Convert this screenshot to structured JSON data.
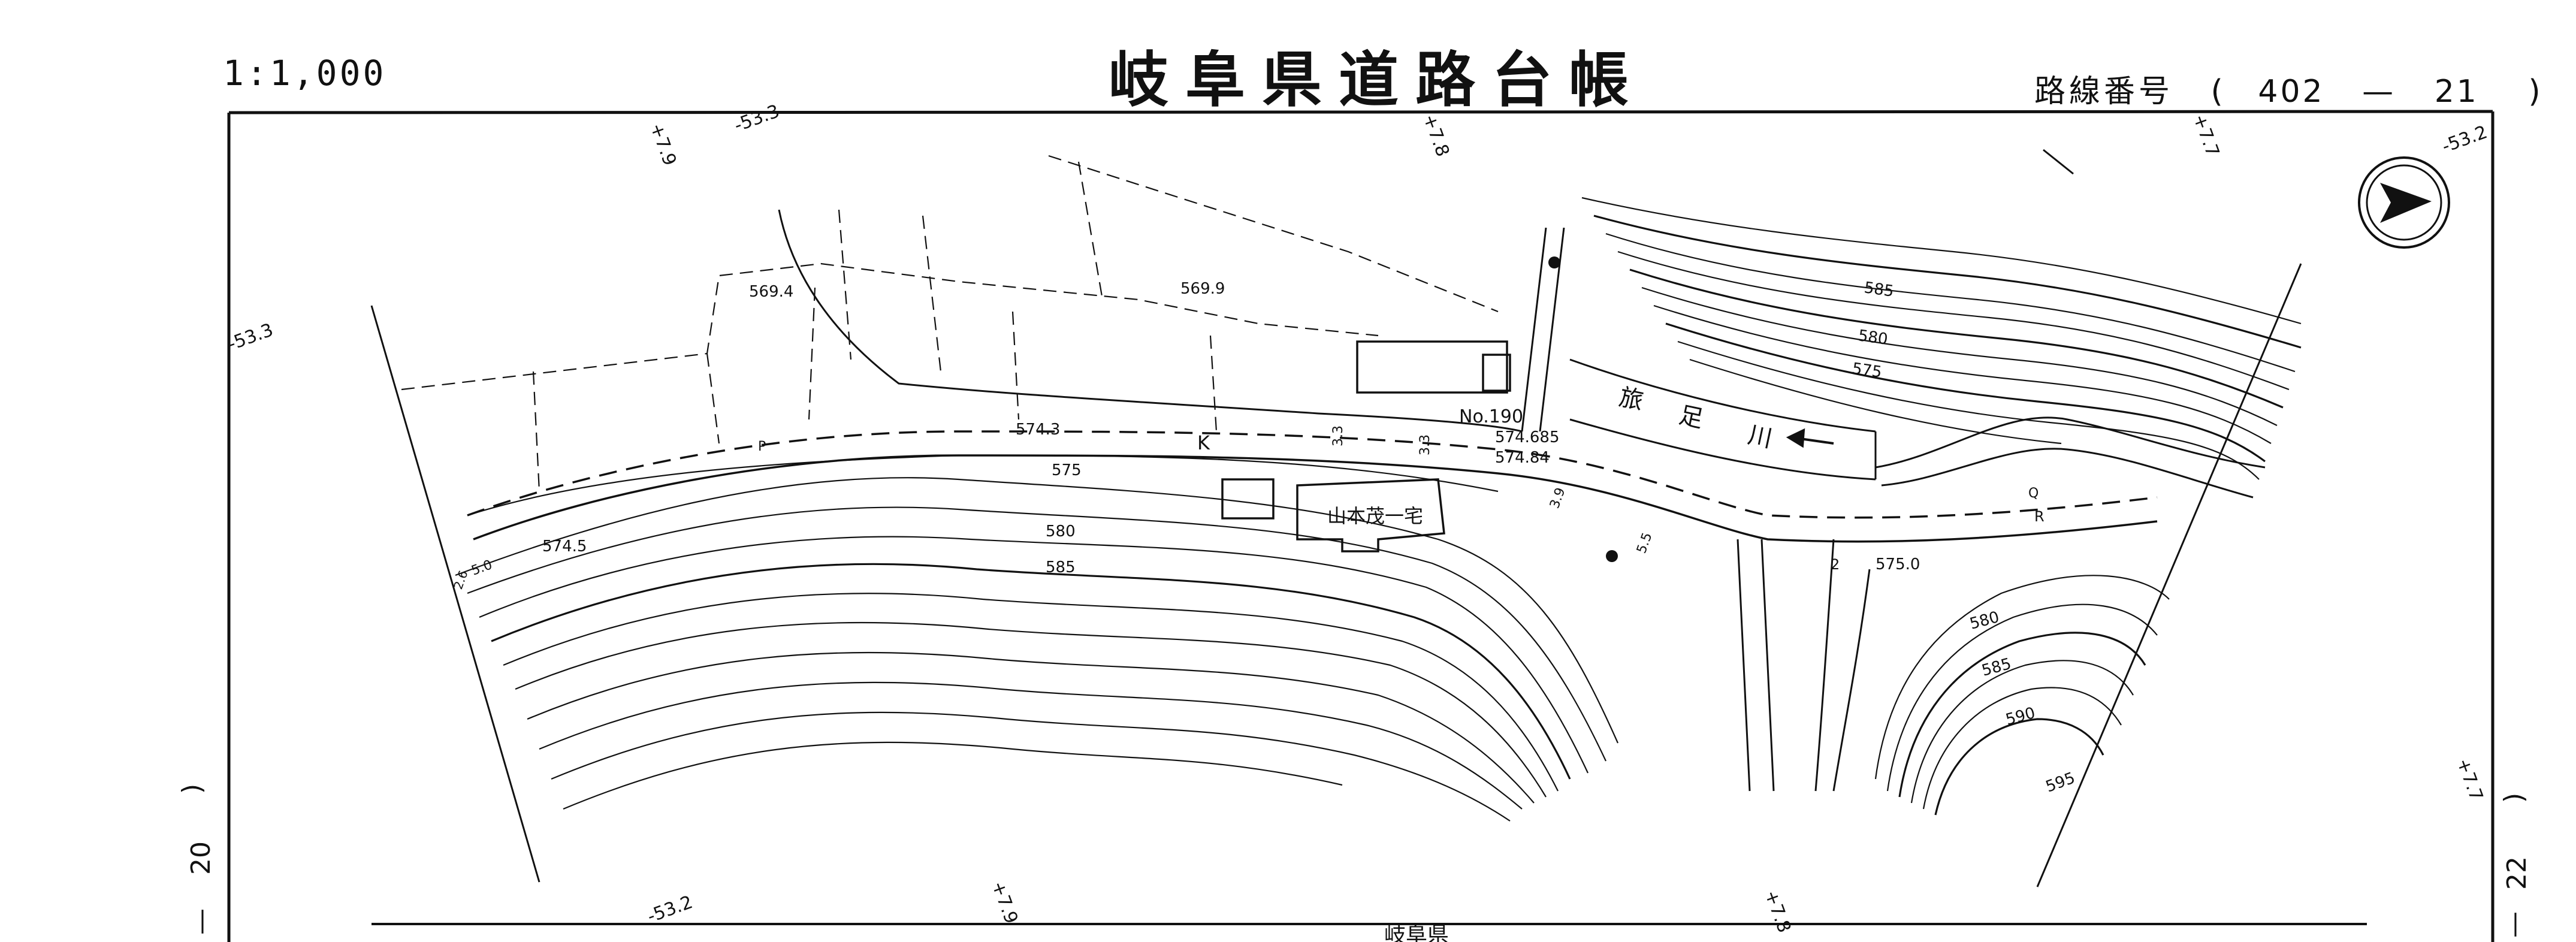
{
  "header": {
    "scale": "1:1,000",
    "title": "岐阜県道路台帳",
    "route_label": "路線番号",
    "route_open": "(",
    "route_number": "402",
    "route_dash": "—",
    "route_sub": "21",
    "route_close": ")"
  },
  "margin_labels": {
    "left_paren": ")",
    "left_sheet": "20",
    "left_dash": "—",
    "right_paren": ")",
    "right_sheet": "22",
    "right_dash": "—"
  },
  "grid_labels": {
    "top_1": "+7.9",
    "top_2": "-53.3",
    "top_3": "+7.8",
    "top_4": "+7.7",
    "top_5": "-53.2",
    "left_1": "-53.3",
    "right_1": "+7.7",
    "bottom_1": "-53.2",
    "bottom_2": "+7.9",
    "bottom_3": "+7.8"
  },
  "map_labels": {
    "house": "山本茂一宅",
    "river_1": "旅",
    "river_2": "足",
    "river_3": "川",
    "station": "No.190",
    "station_elev_1": "574.685",
    "station_elev_2": "574.84",
    "spot_1": "569.4",
    "spot_2": "569.9",
    "spot_3": "574.3",
    "spot_4": "574.5",
    "spot_5": "575.0",
    "contour_575_a": "575",
    "contour_580_a": "580",
    "contour_585_a": "585",
    "contour_585_b": "585",
    "contour_580_b": "580",
    "contour_575_b": "575",
    "contour_580_c": "580",
    "contour_585_c": "585",
    "contour_590": "590",
    "contour_595": "595",
    "road_k": "K",
    "road_r": "R",
    "road_p": "P",
    "road_q": "Q",
    "road_num": "2",
    "width_1": "3.3",
    "width_2": "3.3",
    "width_3": "3.9",
    "width_4": "5.5",
    "width_5": "5.0",
    "width_6": "2.6",
    "bottom_text": "岐阜県"
  },
  "compass": {
    "symbol": "north-arrow"
  },
  "colors": {
    "ink": "#111111",
    "paper": "#ffffff"
  }
}
